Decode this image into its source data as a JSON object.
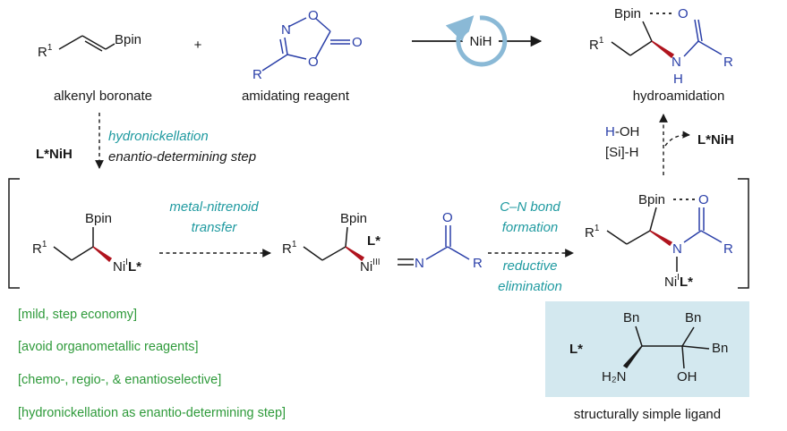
{
  "reactants": {
    "alkenyl_boronate": {
      "r_group": "R",
      "r_sup": "1",
      "boron": "Bpin",
      "label": "alkenyl boronate"
    },
    "plus": "+",
    "amidating_reagent": {
      "n": "N",
      "o1": "O",
      "o2": "O",
      "o3": "O",
      "r": "R",
      "label": "amidating reagent"
    }
  },
  "catalyst": {
    "label": "NiH"
  },
  "product": {
    "bpin": "Bpin",
    "o": "O",
    "r1": "R",
    "r1_sup": "1",
    "n": "N",
    "h": "H",
    "r": "R",
    "label": "hydroamidation"
  },
  "left_step": {
    "catalyst": "L*NiH",
    "line1": "hydronickellation",
    "line2": "enantio-determining step"
  },
  "right_step": {
    "reagent1_a": "H",
    "reagent1_b": "-OH",
    "reagent2": "[Si]-H",
    "regenerated": "L*NiH"
  },
  "intermediates": {
    "int1": {
      "bpin": "Bpin",
      "r1": "R",
      "r1_sup": "1",
      "ni": "Ni",
      "ni_sup": "I",
      "ligand": "L*"
    },
    "arrow1": {
      "line1": "metal-nitrenoid",
      "line2": "transfer"
    },
    "int2": {
      "bpin": "Bpin",
      "r1": "R",
      "r1_sup": "1",
      "ligand": "L*",
      "ni": "Ni",
      "ni_sup": "III",
      "n": "N",
      "o": "O",
      "r": "R"
    },
    "arrow2": {
      "line1": "C–N bond",
      "line2": "formation",
      "line3": "reductive",
      "line4": "elimination"
    },
    "int3": {
      "bpin": "Bpin",
      "o": "O",
      "r1": "R",
      "r1_sup": "1",
      "n": "N",
      "r": "R",
      "ni": "Ni",
      "ni_sup": "I",
      "ligand": "L*"
    }
  },
  "features": [
    "[mild, step economy]",
    "[avoid organometallic reagents]",
    "[chemo-, regio-, & enantioselective]",
    "[hydronickellation as enantio-determining step]"
  ],
  "ligand_box": {
    "label": "L*",
    "bn1": "Bn",
    "bn2": "Bn",
    "bn3": "Bn",
    "h2n": "H₂N",
    "oh": "OH",
    "caption": "structurally simple ligand",
    "bg_color": "#d3e8ef"
  },
  "colors": {
    "blue": "#2a3fa8",
    "teal": "#1f9aa0",
    "green": "#2e9a3a",
    "red_wedge": "#b0141e",
    "ring": "#8ab9d6"
  }
}
